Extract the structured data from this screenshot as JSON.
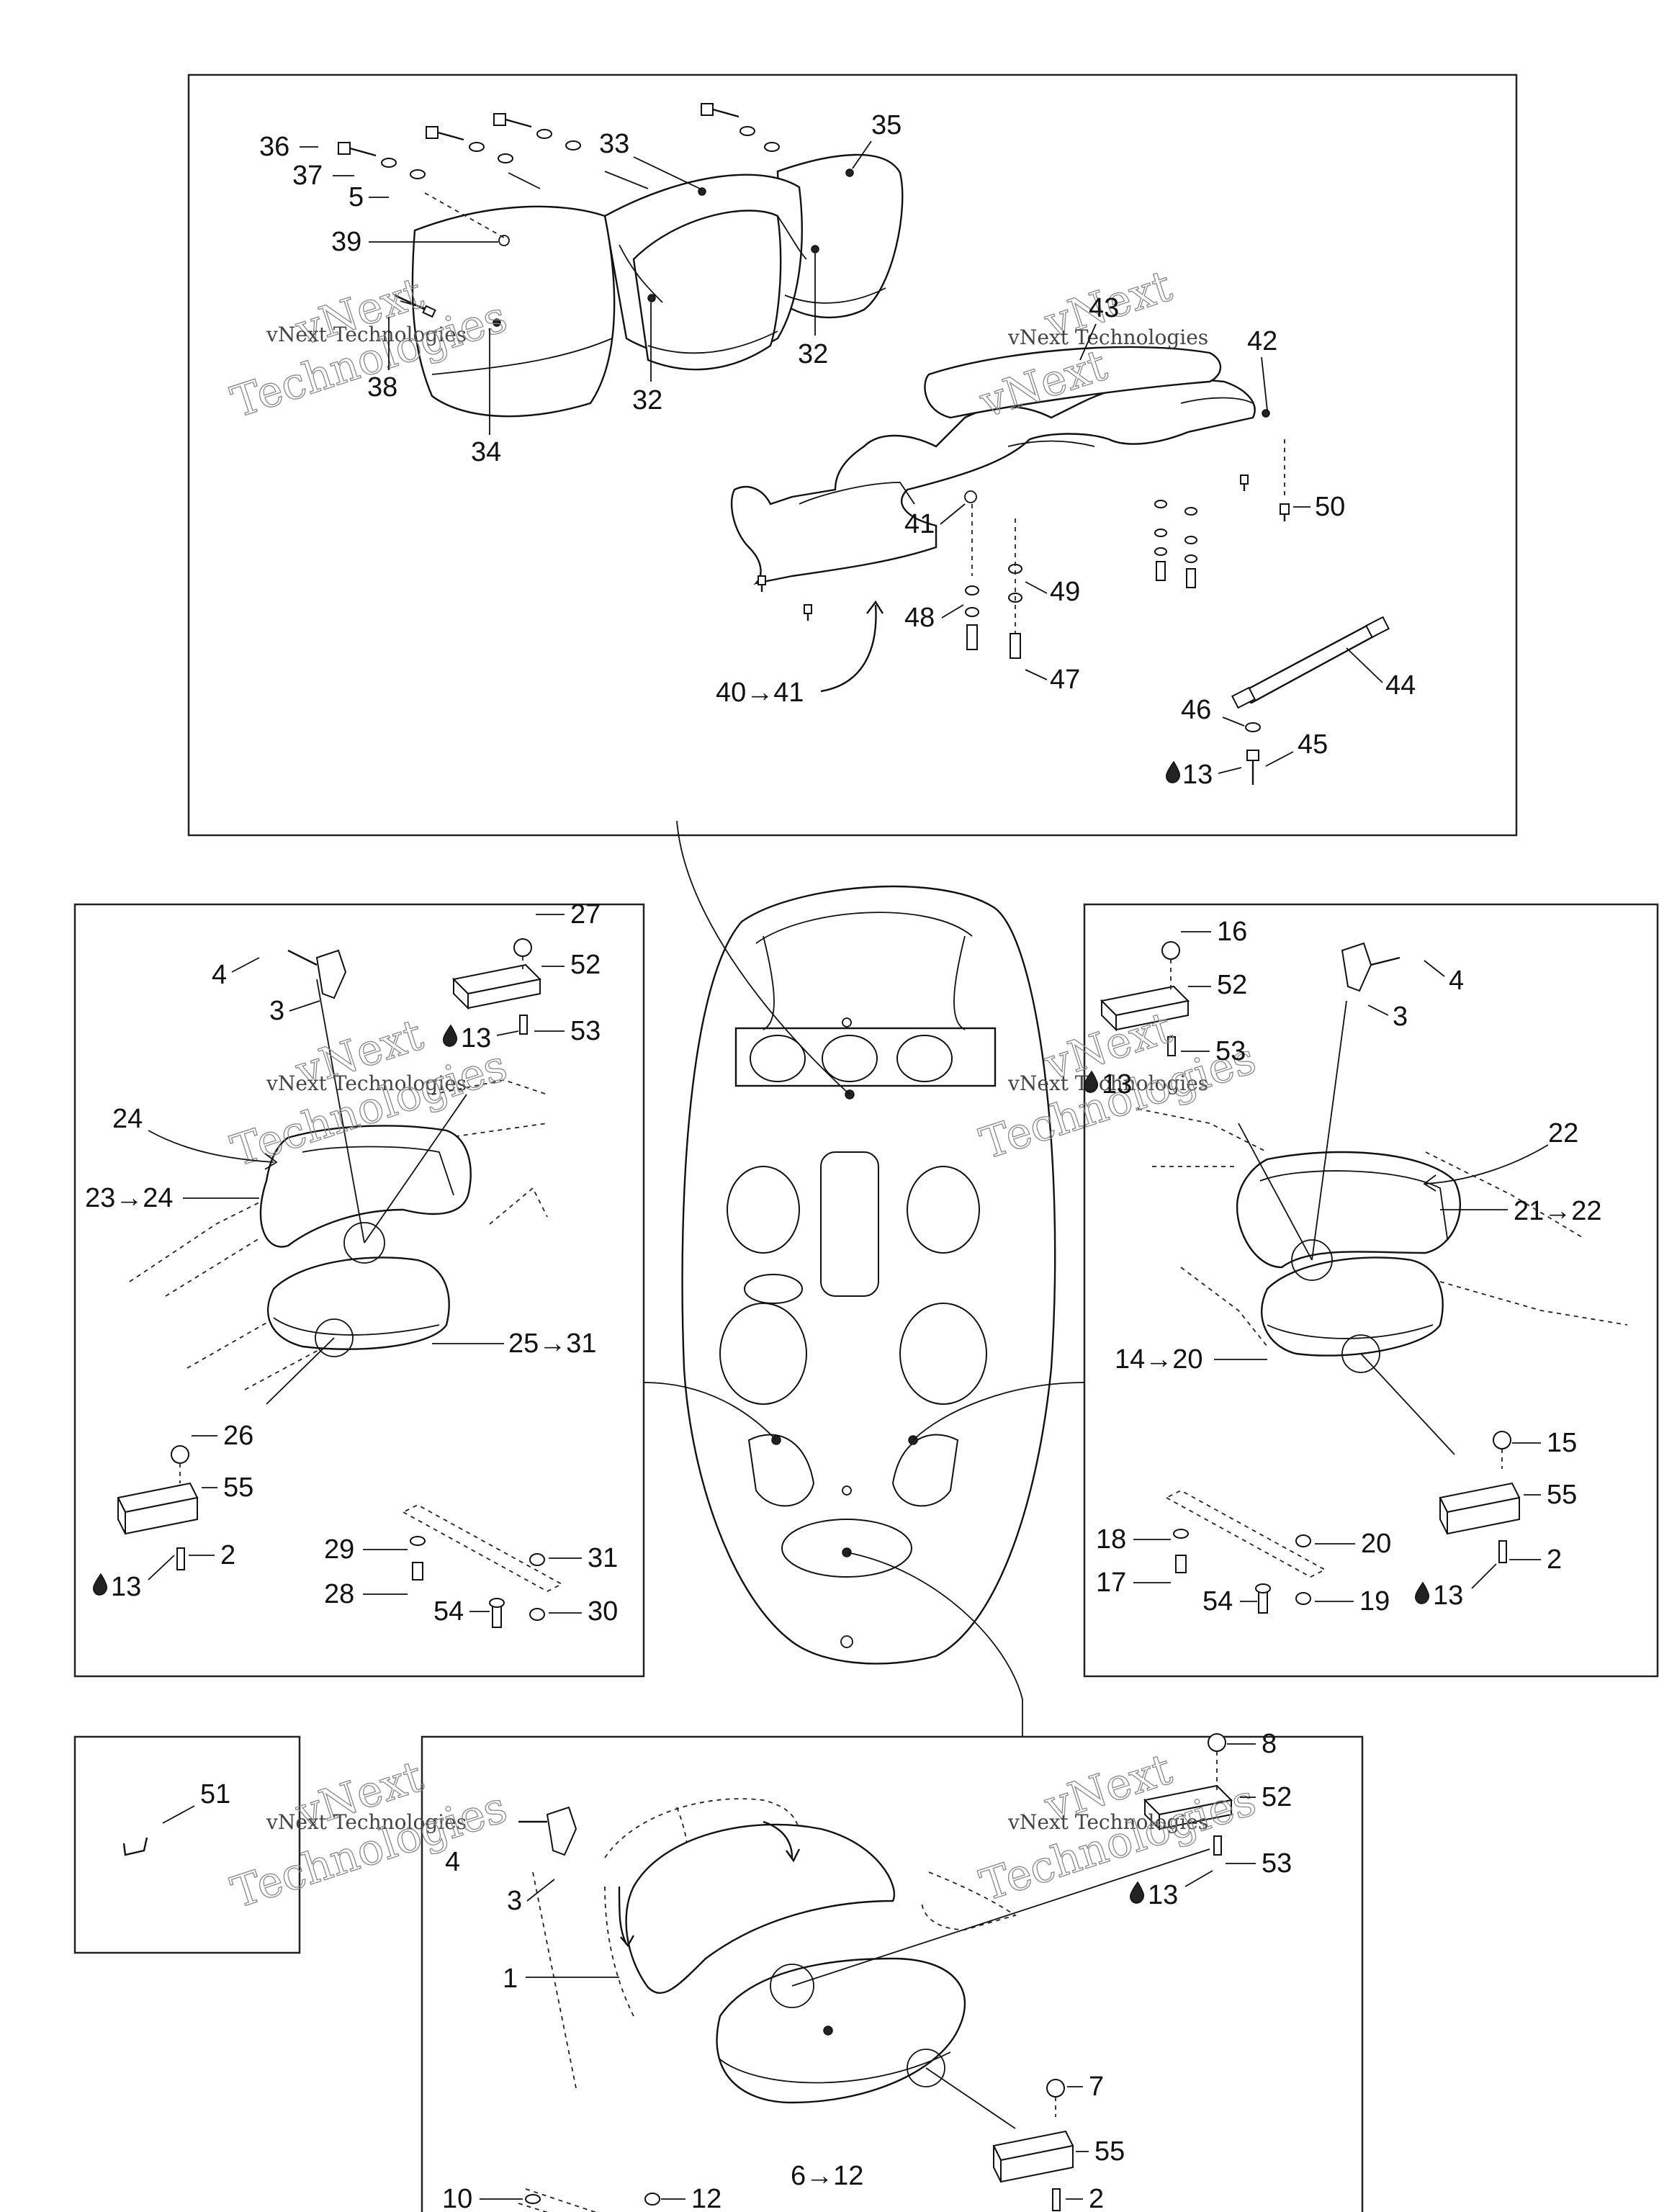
{
  "watermark": {
    "line1": "vNext",
    "line2": "vNext Technologies",
    "line3": "Technologies"
  },
  "labels": {
    "top": [
      "36",
      "37",
      "5",
      "39",
      "38",
      "34",
      "32",
      "32",
      "33",
      "35",
      "43",
      "42",
      "41",
      "50",
      "48",
      "49",
      "47",
      "40→41",
      "44",
      "46",
      "45",
      "13"
    ],
    "left": [
      "27",
      "52",
      "4",
      "3",
      "13",
      "53",
      "24",
      "23→24",
      "25→31",
      "26",
      "55",
      "2",
      "13",
      "29",
      "28",
      "54",
      "31",
      "30"
    ],
    "right": [
      "16",
      "52",
      "4",
      "3",
      "53",
      "13",
      "22",
      "21→22",
      "14→20",
      "15",
      "55",
      "18",
      "17",
      "20",
      "2",
      "54",
      "19",
      "13"
    ],
    "bottom": [
      "51",
      "8",
      "52",
      "4",
      "3",
      "53",
      "13",
      "1",
      "7",
      "55",
      "6→12",
      "10",
      "12",
      "2"
    ]
  },
  "icons": [
    "drop-icon",
    "arrow-right-icon",
    "clip-icon"
  ]
}
